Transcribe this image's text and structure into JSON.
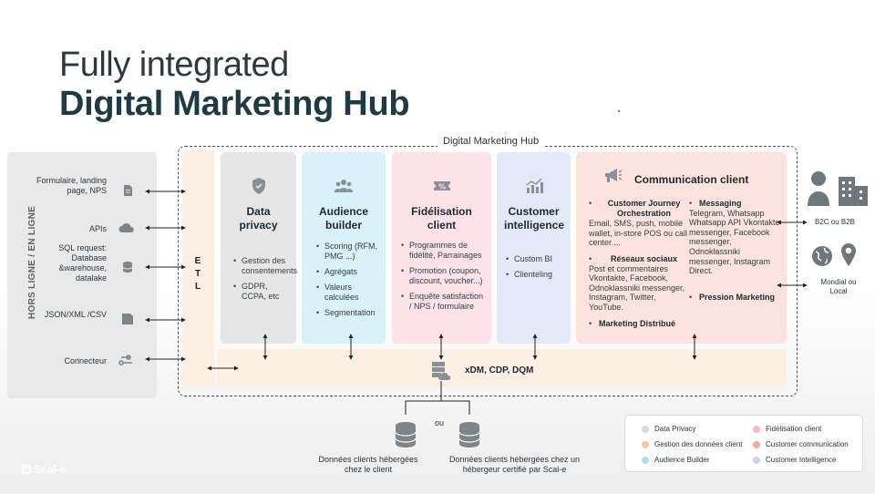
{
  "title": {
    "line1": "Fully integrated",
    "line2": "Digital Marketing Hub"
  },
  "sources": {
    "vertical_label": "HORS LIGNE / EN LIGNE",
    "items": [
      {
        "label": "Formulaire, landing page, NPS",
        "icon": "document-icon"
      },
      {
        "label": "APIs",
        "icon": "cloud-icon"
      },
      {
        "label": "SQL request: Database &warehouse, datalake",
        "icon": "database-icon"
      },
      {
        "label": "JSON/XML /CSV",
        "icon": "file-icon"
      },
      {
        "label": "Connecteur",
        "icon": "connector-icon"
      }
    ]
  },
  "hub": {
    "label": "Digital Marketing Hub",
    "etl_letters": [
      "E",
      "T",
      "L"
    ],
    "xdm_label": "xDM, CDP, DQM"
  },
  "columns": {
    "privacy": {
      "title": "Data privacy",
      "icon": "shield-icon",
      "items": [
        "Gestion des consentements",
        "GDPR, CCPA, etc"
      ]
    },
    "audience": {
      "title": "Audience builder",
      "icon": "people-icon",
      "items": [
        "Scoring (RFM, PMG ...)",
        "Agrégats",
        "Valeurs calculées",
        "Segmentation"
      ]
    },
    "fidelisation": {
      "title": "Fidélisation client",
      "icon": "coupon-icon",
      "items": [
        "Programmes de fidélité, Parrainages",
        "Promotion (coupon, discount, voucher...)",
        "Enquête satisfaction / NPS / formulaire"
      ]
    },
    "intelligence": {
      "title": "Customer intelligence",
      "icon": "chart-icon",
      "items": [
        "Custom BI",
        "Clienteling"
      ]
    },
    "communication": {
      "title": "Communication client",
      "icon": "megaphone-icon",
      "cjo_title": "Customer Journey Orchestration",
      "cjo_text": "Email, SMS, push, mobile wallet, in-store POS ou call center ...",
      "social_title": "Réseaux sociaux",
      "social_text": "Post et commentaires Vkontakte, Facebook, Odnoklassniki messenger, Instagram, Twitter, YouTube.",
      "distrib_title": "Marketing Distribué",
      "messaging_title": "Messaging",
      "messaging_text": "Telegram, Whatsapp Whatsapp API Vkontakte messenger, Facebook messenger, Odnoklassniki messenger, Instagram Direct.",
      "pression_title": "Pression Marketing"
    }
  },
  "right": {
    "b2c_label": "B2C ou B2B",
    "mondial_label": "Mondial ou Local"
  },
  "storage": {
    "or_label": "ou",
    "client_label": "Données clients hébergées chez le client",
    "hosted_label": "Données clients hébergées chez un hébergeur certifié par Scal-e"
  },
  "legend": [
    {
      "label": "Data Privacy",
      "color": "#d9d9da"
    },
    {
      "label": "Fidélisation client",
      "color": "#f6b7c8"
    },
    {
      "label": "Gestion des données client",
      "color": "#f9c9a6"
    },
    {
      "label": "Customer communication",
      "color": "#f4aaa0"
    },
    {
      "label": "Audience Builder",
      "color": "#a9def0"
    },
    {
      "label": "Customer Intelligence",
      "color": "#c9d2f1"
    }
  ],
  "brand": {
    "name": "Scal-e"
  }
}
